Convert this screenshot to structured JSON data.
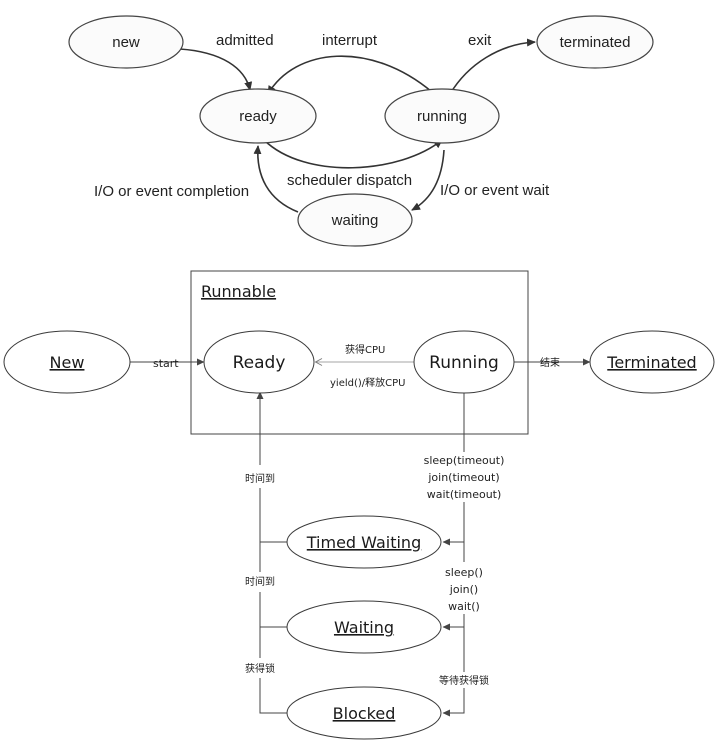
{
  "top_diagram": {
    "states": {
      "new": "new",
      "ready": "ready",
      "running": "running",
      "waiting": "waiting",
      "terminated": "terminated"
    },
    "transitions": {
      "admitted": "admitted",
      "interrupt": "interrupt",
      "exit": "exit",
      "scheduler_dispatch": "scheduler dispatch",
      "io_completion": "I/O or event completion",
      "io_wait": "I/O or event wait"
    }
  },
  "bottom_diagram": {
    "group_title": "Runnable",
    "states": {
      "new": "New",
      "ready": "Ready",
      "running": "Running",
      "terminated": "Terminated",
      "timed_waiting": "Timed Waiting",
      "waiting": "Waiting",
      "blocked": "Blocked"
    },
    "transitions": {
      "start": "start",
      "get_cpu": "获得CPU",
      "yield": "yield()/释放CPU",
      "end": "结束",
      "sleep_timeout": "sleep(timeout)",
      "join_timeout": "join(timeout)",
      "wait_timeout": "wait(timeout)",
      "time_up_1": "时间到",
      "time_up_2": "时间到",
      "sleep": "sleep()",
      "join": "join()",
      "wait": "wait()",
      "get_lock": "获得锁",
      "wait_lock": "等待获得锁"
    }
  }
}
